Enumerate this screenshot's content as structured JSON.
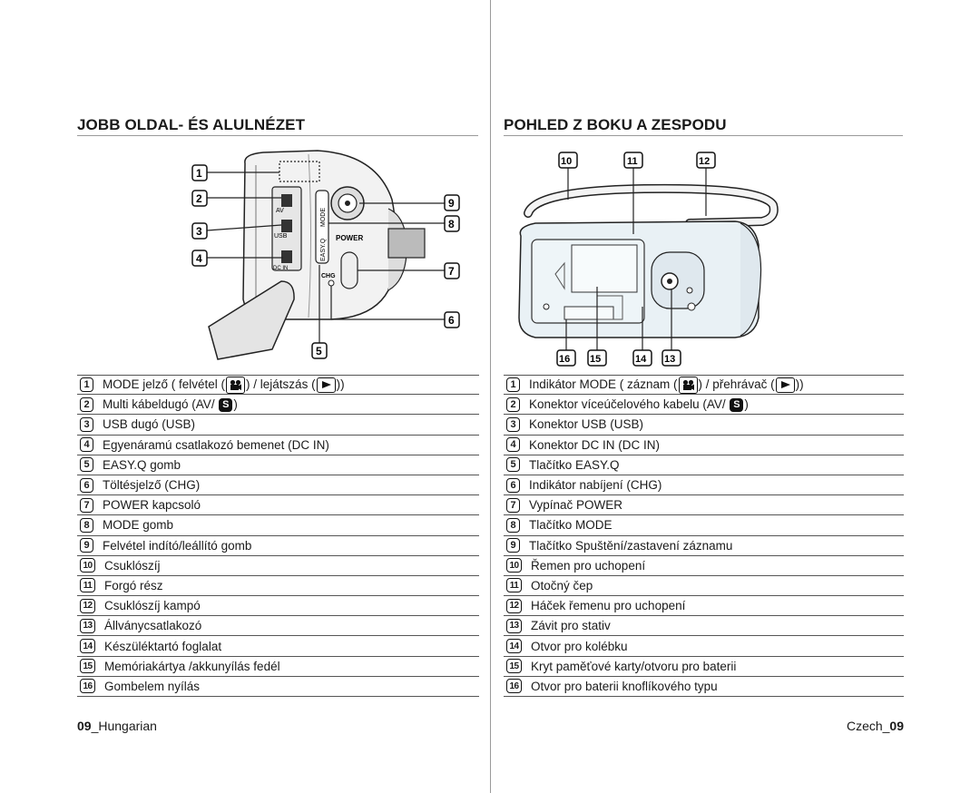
{
  "left": {
    "title": "JOBB OLDAL- ÉS ALULNÉZET",
    "items": [
      {
        "num": "1",
        "pre": "MODE jelző ( felvétel (",
        "mid": ") / lejátszás (",
        "post": "))"
      },
      {
        "num": "2",
        "pre": "Multi kábeldugó (AV/ ",
        "post": ")"
      },
      {
        "num": "3",
        "text": "USB dugó (USB)"
      },
      {
        "num": "4",
        "text": "Egyenáramú csatlakozó bemenet (DC IN)"
      },
      {
        "num": "5",
        "text": "EASY.Q gomb"
      },
      {
        "num": "6",
        "text": "Töltésjelző (CHG)"
      },
      {
        "num": "7",
        "text": "POWER kapcsoló"
      },
      {
        "num": "8",
        "text": "MODE gomb"
      },
      {
        "num": "9",
        "text": "Felvétel indító/leállító gomb"
      },
      {
        "num": "10",
        "text": "Csuklószíj"
      },
      {
        "num": "11",
        "text": "Forgó rész"
      },
      {
        "num": "12",
        "text": "Csuklószíj kampó"
      },
      {
        "num": "13",
        "text": "Állványcsatlakozó"
      },
      {
        "num": "14",
        "text": "Készüléktartó foglalat"
      },
      {
        "num": "15",
        "text": "Memóriakártya /akkunyílás fedél"
      },
      {
        "num": "16",
        "text": "Gombelem nyílás"
      }
    ],
    "footer_page": "09",
    "footer_lang": "_Hungarian"
  },
  "right": {
    "title": "POHLED Z BOKU A ZESPODU",
    "items": [
      {
        "num": "1",
        "pre": "Indikátor MODE ( záznam (",
        "mid": ") / přehrávač (",
        "post": "))"
      },
      {
        "num": "2",
        "pre": "Konektor víceúčelového kabelu (AV/ ",
        "post": ")"
      },
      {
        "num": "3",
        "text": "Konektor USB (USB)"
      },
      {
        "num": "4",
        "text": "Konektor DC IN (DC IN)"
      },
      {
        "num": "5",
        "text": "Tlačítko EASY.Q"
      },
      {
        "num": "6",
        "text": "Indikátor nabíjení (CHG)"
      },
      {
        "num": "7",
        "text": "Vypínač POWER"
      },
      {
        "num": "8",
        "text": "Tlačítko MODE"
      },
      {
        "num": "9",
        "text": "Tlačítko Spuštění/zastavení záznamu"
      },
      {
        "num": "10",
        "text": "Řemen pro uchopení"
      },
      {
        "num": "11",
        "text": "Otočný čep"
      },
      {
        "num": "12",
        "text": "Háček řemenu pro uchopení"
      },
      {
        "num": "13",
        "text": "Závit pro stativ"
      },
      {
        "num": "14",
        "text": "Otvor pro kolébku"
      },
      {
        "num": "15",
        "text": "Kryt paměťové karty/otvoru pro baterii"
      },
      {
        "num": "16",
        "text": "Otvor pro baterii knoflíkového typu"
      }
    ],
    "footer_lang": "Czech_",
    "footer_page": "09"
  },
  "icons": {
    "s_letter": "S",
    "camera": "camera-icon",
    "play": "play-icon"
  },
  "figure_labels": {
    "av": "AV",
    "usb": "USB",
    "dcin": "DC IN",
    "mode": "MODE",
    "easyq": "EASY.Q",
    "power": "POWER",
    "chg": "CHG"
  },
  "callouts_left": [
    "1",
    "2",
    "3",
    "4",
    "5",
    "6",
    "7",
    "8",
    "9"
  ],
  "callouts_right": [
    "10",
    "11",
    "12",
    "13",
    "14",
    "15",
    "16"
  ]
}
